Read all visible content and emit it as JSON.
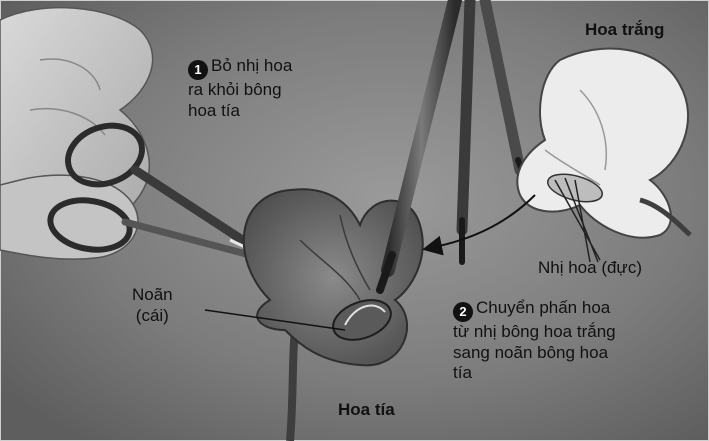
{
  "labels": {
    "white_flower": "Hoa trắng",
    "purple_flower": "Hoa tía",
    "stamen": "Nhị hoa (đực)",
    "pistil": [
      "Noãn",
      "(cái)"
    ]
  },
  "steps": [
    {
      "badge": "1",
      "lines": [
        "Bỏ nhị hoa",
        "ra khỏi bông",
        "hoa tía"
      ]
    },
    {
      "badge": "2",
      "lines": [
        "Chuyển phấn hoa",
        "từ nhị bông hoa trắng",
        "sang noãn bông hoa",
        "tía"
      ]
    }
  ],
  "colors": {
    "background": "#6f6f6f",
    "text": "#111111",
    "badge": "#111111"
  }
}
